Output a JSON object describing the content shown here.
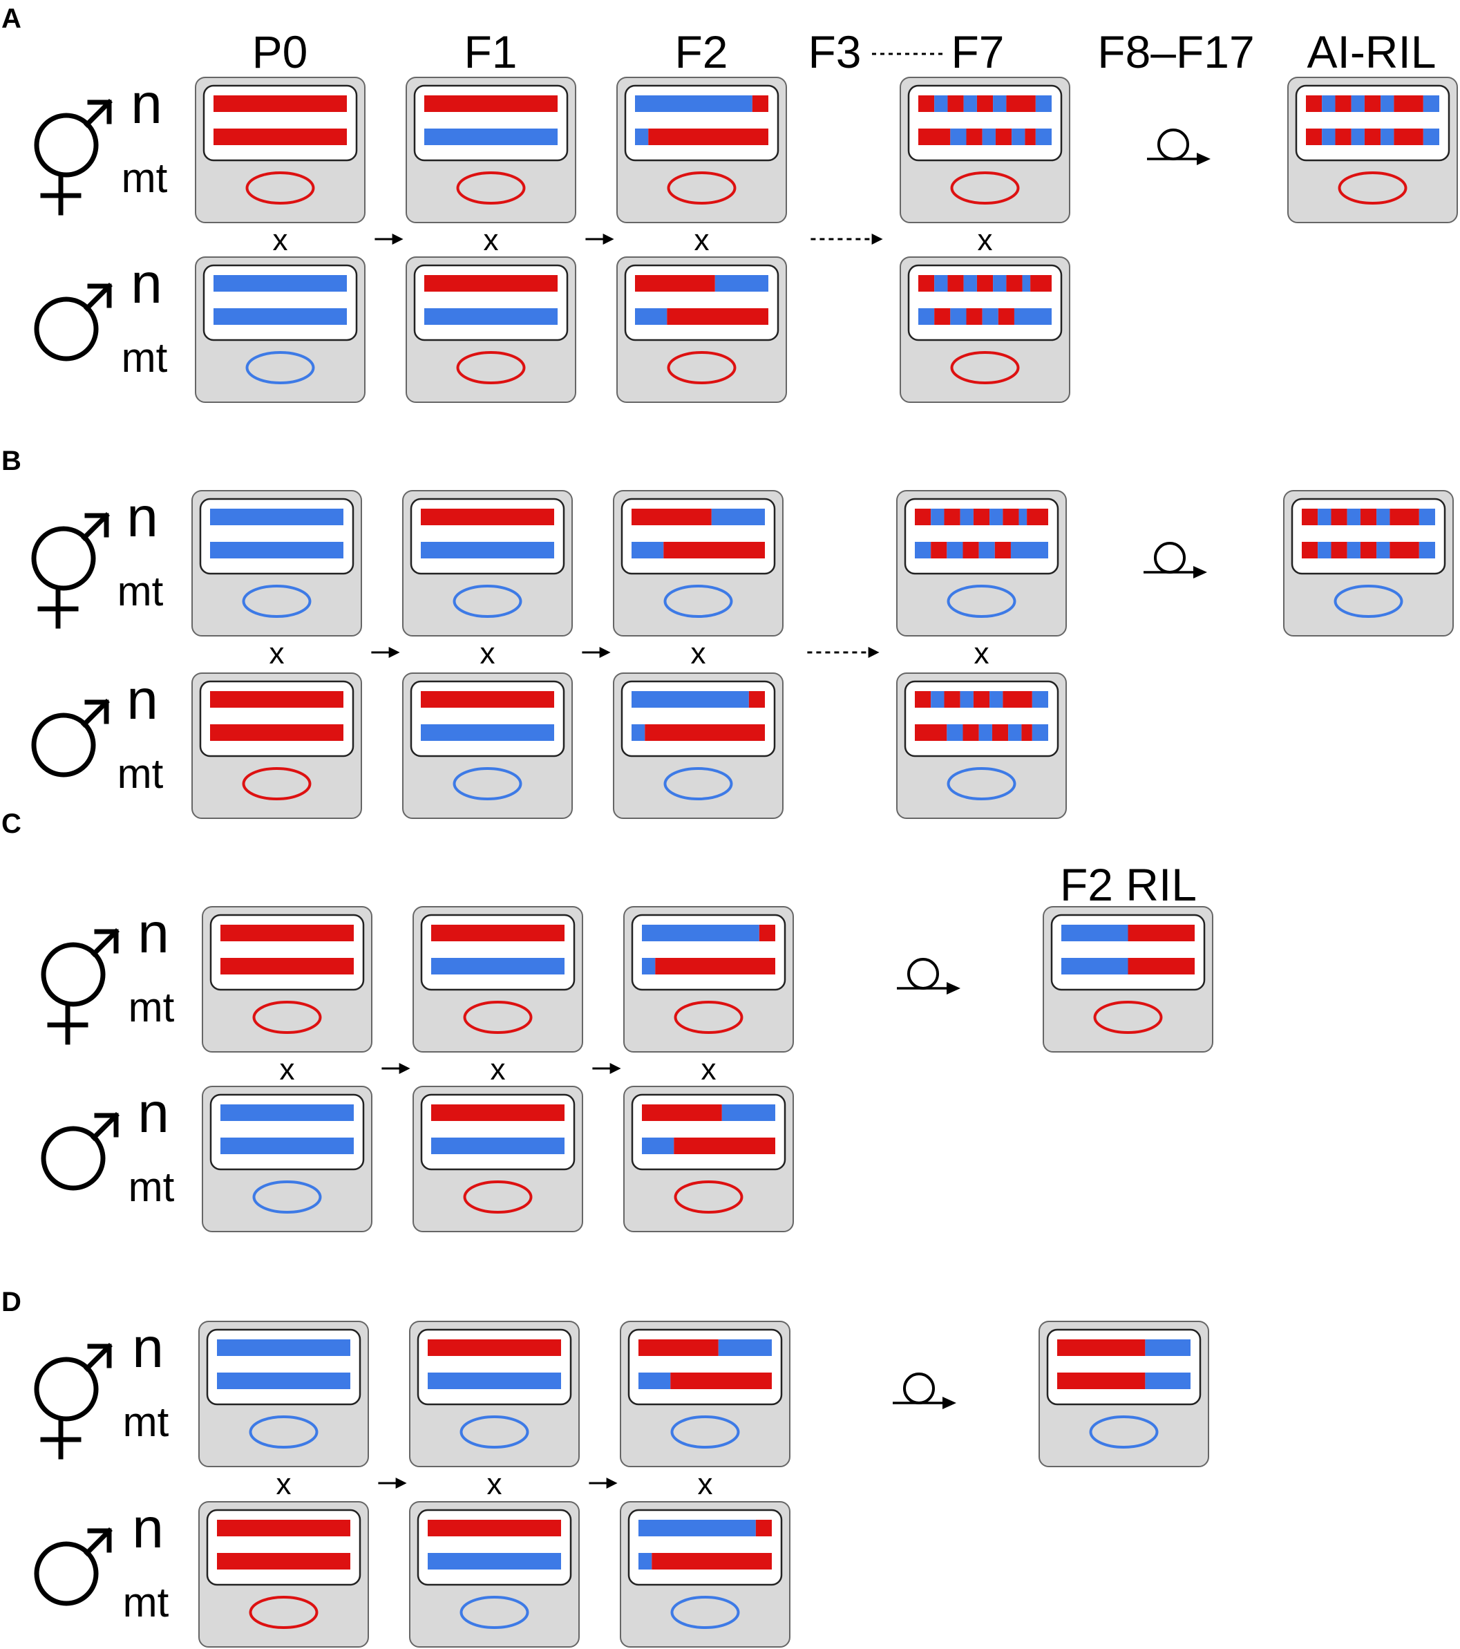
{
  "colors": {
    "red": "#dd1111",
    "blue": "#3d7ae6",
    "cell_fill": "#d9d9d9",
    "cell_stroke": "#666666",
    "nucleus_fill": "#ffffff",
    "line": "#000000"
  },
  "column_labels": [
    "P0",
    "F1",
    "F2",
    "F3",
    "F7",
    "F8–F17",
    "AI-RIL"
  ],
  "f2ril_label": "F2 RIL",
  "row_labels": {
    "n": "n",
    "mt": "mt"
  },
  "cross_symbol": "x",
  "icons": {
    "hermaphrodite": "hermaphrodite-symbol-icon",
    "male": "male-symbol-icon",
    "self_fertilization": "self-fertilization-arrow-icon",
    "cross_arrow": "arrow-right-icon",
    "dashed_arrow": "dashed-arrow-right-icon"
  },
  "panels": [
    {
      "letter": "A",
      "herm": [
        {
          "chr": [
            "R",
            "R"
          ],
          "mt": "R"
        },
        {
          "chr": [
            "R",
            "B"
          ],
          "mt": "R"
        },
        {
          "chr": [
            "B:0.88,R",
            "B:0.1,R"
          ],
          "mt": "R"
        },
        {
          "chr": [
            "R:0.12,B:0.22,R:0.34,B:0.44,R:0.56,B:0.66,R:0.88,B",
            "R:0.24,B:0.36,R:0.48,B:0.58,R:0.7,B:0.8,R:0.88,B"
          ],
          "mt": "R"
        },
        {
          "chr": [
            "R:0.12,B:0.22,R:0.34,B:0.44,R:0.56,B:0.66,R:0.88,B",
            "R:0.12,B:0.22,R:0.34,B:0.44,R:0.56,B:0.66,R:0.88,B"
          ],
          "mt": "R"
        }
      ],
      "male": [
        {
          "chr": [
            "B",
            "B"
          ],
          "mt": "B"
        },
        {
          "chr": [
            "R",
            "B"
          ],
          "mt": "R"
        },
        {
          "chr": [
            "R:0.6,B",
            "B:0.24,R"
          ],
          "mt": "R"
        },
        {
          "chr": [
            "R:0.12,B:0.22,R:0.34,B:0.44,R:0.56,B:0.66,R:0.78,B:0.84,R",
            "B:0.12,R:0.24,B:0.36,R:0.48,B:0.6,R:0.72,B"
          ],
          "mt": "R"
        }
      ]
    },
    {
      "letter": "B",
      "herm": [
        {
          "chr": [
            "B",
            "B"
          ],
          "mt": "B"
        },
        {
          "chr": [
            "R",
            "B"
          ],
          "mt": "B"
        },
        {
          "chr": [
            "R:0.6,B",
            "B:0.24,R"
          ],
          "mt": "B"
        },
        {
          "chr": [
            "R:0.12,B:0.22,R:0.34,B:0.44,R:0.56,B:0.66,R:0.78,B:0.84,R",
            "B:0.12,R:0.24,B:0.36,R:0.48,B:0.6,R:0.72,B"
          ],
          "mt": "B"
        },
        {
          "chr": [
            "R:0.12,B:0.22,R:0.34,B:0.44,R:0.56,B:0.66,R:0.88,B",
            "R:0.12,B:0.22,R:0.34,B:0.44,R:0.56,B:0.66,R:0.88,B"
          ],
          "mt": "B"
        }
      ],
      "male": [
        {
          "chr": [
            "R",
            "R"
          ],
          "mt": "R"
        },
        {
          "chr": [
            "R",
            "B"
          ],
          "mt": "B"
        },
        {
          "chr": [
            "B:0.88,R",
            "B:0.1,R"
          ],
          "mt": "B"
        },
        {
          "chr": [
            "R:0.12,B:0.22,R:0.34,B:0.44,R:0.56,B:0.66,R:0.88,B",
            "R:0.24,B:0.36,R:0.48,B:0.58,R:0.7,B:0.8,R:0.88,B"
          ],
          "mt": "B"
        }
      ]
    },
    {
      "letter": "C",
      "herm": [
        {
          "chr": [
            "R",
            "R"
          ],
          "mt": "R"
        },
        {
          "chr": [
            "R",
            "B"
          ],
          "mt": "R"
        },
        {
          "chr": [
            "B:0.88,R",
            "B:0.1,R"
          ],
          "mt": "R"
        },
        {
          "chr": [
            "B:0.5,R",
            "B:0.5,R"
          ],
          "mt": "R"
        }
      ],
      "male": [
        {
          "chr": [
            "B",
            "B"
          ],
          "mt": "B"
        },
        {
          "chr": [
            "R",
            "B"
          ],
          "mt": "R"
        },
        {
          "chr": [
            "R:0.6,B",
            "B:0.24,R"
          ],
          "mt": "R"
        }
      ]
    },
    {
      "letter": "D",
      "herm": [
        {
          "chr": [
            "B",
            "B"
          ],
          "mt": "B"
        },
        {
          "chr": [
            "R",
            "B"
          ],
          "mt": "B"
        },
        {
          "chr": [
            "R:0.6,B",
            "B:0.24,R"
          ],
          "mt": "B"
        },
        {
          "chr": [
            "R:0.66,B",
            "R:0.66,B"
          ],
          "mt": "B"
        }
      ],
      "male": [
        {
          "chr": [
            "R",
            "R"
          ],
          "mt": "R"
        },
        {
          "chr": [
            "R",
            "B"
          ],
          "mt": "B"
        },
        {
          "chr": [
            "B:0.88,R",
            "B:0.1,R"
          ],
          "mt": "B"
        }
      ]
    }
  ]
}
